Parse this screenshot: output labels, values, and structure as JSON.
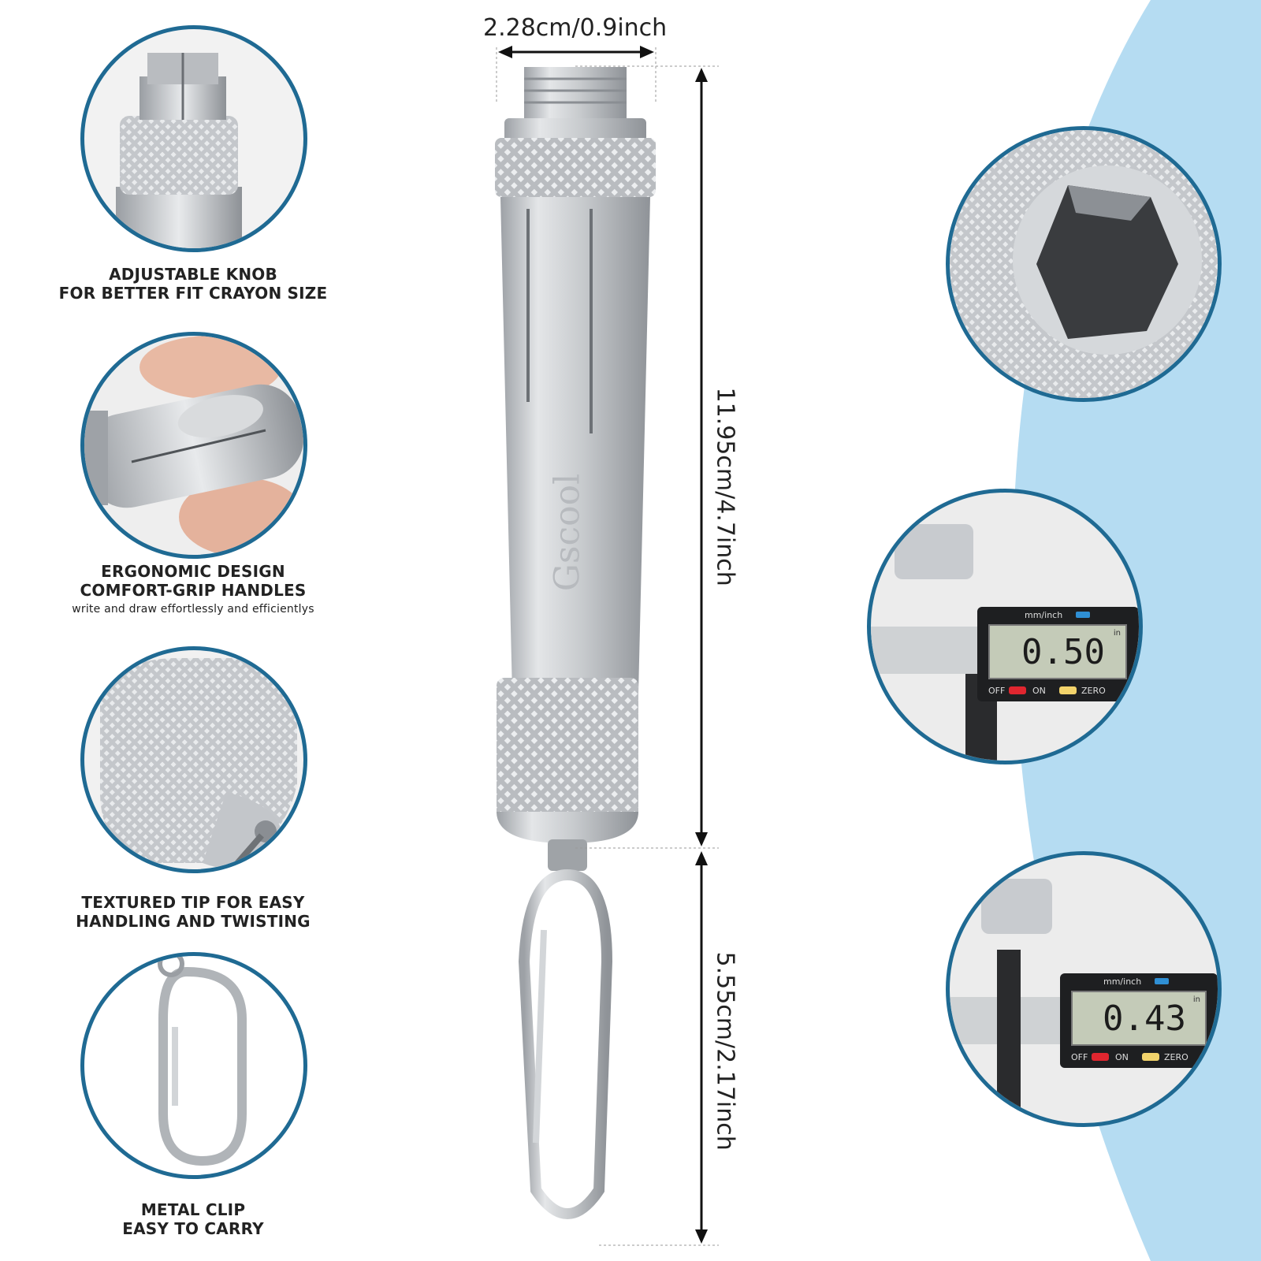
{
  "brand": {
    "logo_text": "Gscool"
  },
  "dimensions": {
    "width_label": "2.28cm/0.9inch",
    "body_length_label": "11.95cm/4.7inch",
    "clip_length_label": "5.55cm/2.17inch"
  },
  "features": [
    {
      "line1": "ADJUSTABLE KNOB",
      "line2": "FOR BETTER FIT CRAYON SIZE",
      "line3": ""
    },
    {
      "line1": "ERGONOMIC DESIGN",
      "line2": "COMFORT-GRIP HANDLES",
      "line3": "write and draw effortlessly and efficientlys"
    },
    {
      "line1": "TEXTURED TIP FOR EASY",
      "line2": "HANDLING AND TWISTING",
      "line3": ""
    },
    {
      "line1": "METAL CLIP",
      "line2": "EASY TO CARRY",
      "line3": ""
    }
  ],
  "calipers": [
    {
      "mode_label": "mm/inch",
      "reading": "0.50",
      "unit": "in",
      "off_label": "OFF",
      "on_label": "ON",
      "zero_label": "ZERO"
    },
    {
      "mode_label": "mm/inch",
      "reading": "0.43",
      "unit": "in",
      "off_label": "OFF",
      "on_label": "ON",
      "zero_label": "ZERO"
    }
  ],
  "colors": {
    "circle_border": "#1f6a93",
    "accent_blue": "#b5dcf2",
    "metal": "#c9ccd0"
  }
}
